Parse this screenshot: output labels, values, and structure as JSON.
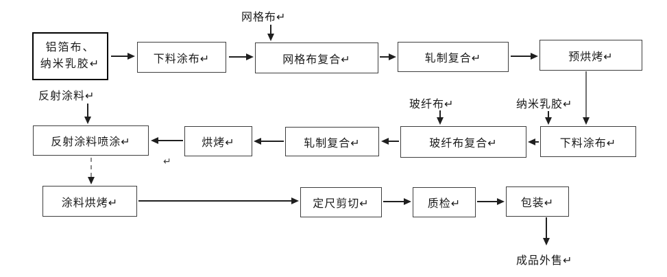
{
  "diagram": {
    "type": "flowchart",
    "background_color": "#ffffff",
    "line_color": "#1f1f1f",
    "box_border_color": "#3c3c3c",
    "source_box_border_color": "#000000",
    "text_color": "#1a1a1a",
    "source_box": {
      "line1": "铝箔布、",
      "line2": "纳米乳胶↵"
    },
    "boxes": {
      "blanking_coating_top": "下料涂布↵",
      "mesh_composite": "网格布复合↵",
      "rolling_composite_top": "轧制复合↵",
      "pre_baking": "预烘烤↵",
      "blanking_coating_mid": "下料涂布↵",
      "fiberglass_composite": "玻纤布复合↵",
      "rolling_composite_mid": "轧制复合↵",
      "baking": "烘烤↵",
      "reflective_spraying": "反射涂料喷涂↵",
      "coating_baking": "涂料烘烤↵",
      "cut_to_length": "定尺剪切↵",
      "quality_check": "质检↵",
      "packaging": "包装↵"
    },
    "labels": {
      "mesh_cloth": "网格布↵",
      "reflective_coating": "反射涂料↵",
      "fiberglass_cloth": "玻纤布↵",
      "nano_latex": "纳米乳胶↵",
      "finished_product": "成品外售↵",
      "stray_mark": "↵"
    },
    "edges": [
      "source → blanking_coating_top",
      "blanking_coating_top → mesh_composite",
      "mesh_cloth ↓ mesh_composite",
      "mesh_composite → rolling_composite_top",
      "rolling_composite_top → pre_baking",
      "pre_baking ↓ blanking_coating_mid",
      "nano_latex ↓ blanking_coating_mid",
      "blanking_coating_mid → fiberglass_composite",
      "fiberglass_cloth ↓ fiberglass_composite",
      "fiberglass_composite → rolling_composite_mid",
      "rolling_composite_mid → baking",
      "baking → reflective_spraying",
      "reflective_coating ↓ reflective_spraying",
      "reflective_spraying ↓ coating_baking",
      "coating_baking → cut_to_length",
      "cut_to_length → quality_check",
      "quality_check → packaging",
      "packaging ↓ finished_product"
    ]
  }
}
